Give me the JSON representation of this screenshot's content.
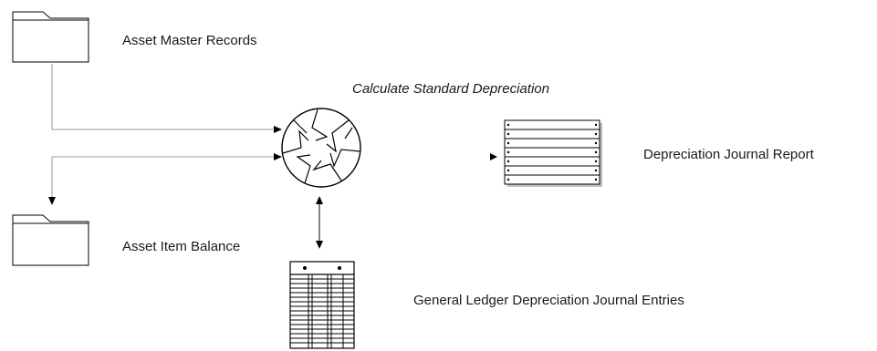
{
  "diagram": {
    "labels": {
      "asset_master_records": "Asset Master Records",
      "calculate_standard_depreciation": "Calculate Standard Depreciation",
      "depreciation_journal_report": "Depreciation Journal Report",
      "asset_item_balance": "Asset Item Balance",
      "gl_depreciation_journal_entries": "General Ledger Depreciation Journal Entries"
    },
    "icons": {
      "asset_master_records": "folder-icon",
      "asset_item_balance": "folder-icon",
      "calculate_standard_depreciation": "process-wheel-icon",
      "depreciation_journal_report": "report-icon",
      "gl_depreciation_journal_entries": "ledger-table-icon"
    },
    "colors": {
      "stroke": "#000000",
      "connector": "#999999",
      "text": "#1a1a1a"
    }
  }
}
